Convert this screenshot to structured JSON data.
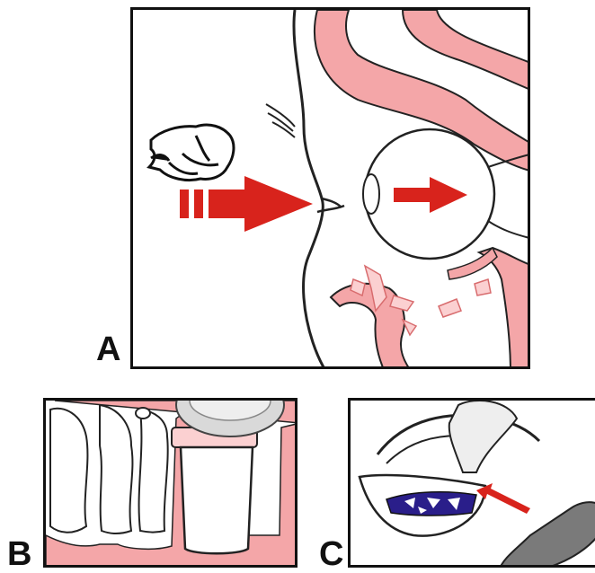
{
  "panels": {
    "a": {
      "label": "A"
    },
    "b": {
      "label": "B"
    },
    "c": {
      "label": "C"
    }
  },
  "colors": {
    "bone_pink": "#f4a6a8",
    "arrow_red": "#d8231c",
    "outline": "#222222",
    "ice_blue": "#2a1e8a",
    "gray_instrument": "#7a7a7a",
    "eye_gray": "#d9d9d9"
  },
  "icons": [
    "fist-icon",
    "impact-arrow-icon",
    "pressure-arrow-icon",
    "eyeball-icon",
    "retractor-icon",
    "instrument-icon"
  ]
}
